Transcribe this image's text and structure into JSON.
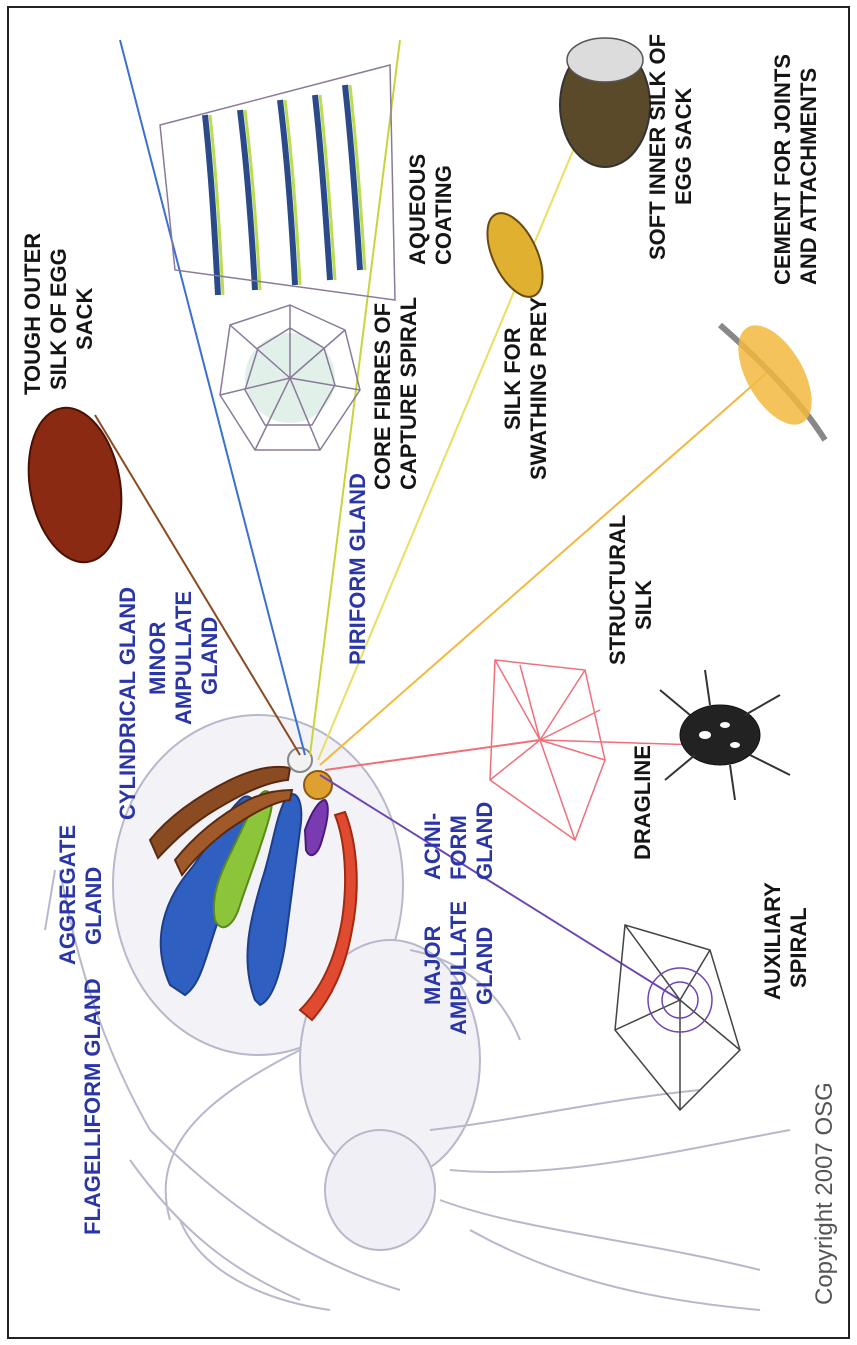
{
  "gland_labels": {
    "flagelliform": "FLAGELLIFORM GLAND",
    "aggregate": [
      "AGGREGATE",
      "GLAND"
    ],
    "cylindrical": "CYLINDRICAL GLAND",
    "minor_ampullate": [
      "MINOR",
      "AMPULLATE",
      "GLAND"
    ],
    "piriform": "PIRIFORM GLAND",
    "aciniform": [
      "ACINI-",
      "FORM",
      "GLAND"
    ],
    "major_ampullate": [
      "MAJOR",
      "AMPULLATE",
      "GLAND"
    ]
  },
  "silk_labels": {
    "tough_outer": [
      "TOUGH OUTER",
      "SILK OF EGG",
      "SACK"
    ],
    "core_fibres": [
      "CORE FIBRES OF",
      "CAPTURE SPIRAL"
    ],
    "aqueous": [
      "AQUEOUS",
      "COATING"
    ],
    "swathing": [
      "SILK FOR",
      "SWATHING PREY"
    ],
    "soft_inner": [
      "SOFT INNER SILK OF",
      "EGG SACK"
    ],
    "cement": [
      "CEMENT FOR JOINTS",
      "AND ATTACHMENTS"
    ],
    "structural": [
      "STRUCTURAL",
      "SILK"
    ],
    "dragline": "DRAGLINE",
    "auxiliary": [
      "AUXILIARY",
      "SPIRAL"
    ]
  },
  "copyright": "Copyright 2007 OSG",
  "colors": {
    "label_dark": "#151515",
    "label_blue": "#2a35a8",
    "aggregate_gland": "#2f5fc0",
    "flagelliform_gland": "#7ab828",
    "cylindrical_gland": "#8a4a22",
    "major_ampullate_gland": "#e04a30",
    "minor_ampullate_gland": "#7a3bb0",
    "piriform_line": "#c9d43a",
    "flagelliform_line": "#3b6fd0",
    "structural_line": "#ef6f7a",
    "auxiliary_line": "#6a45b5",
    "cement": "#f2b840"
  }
}
